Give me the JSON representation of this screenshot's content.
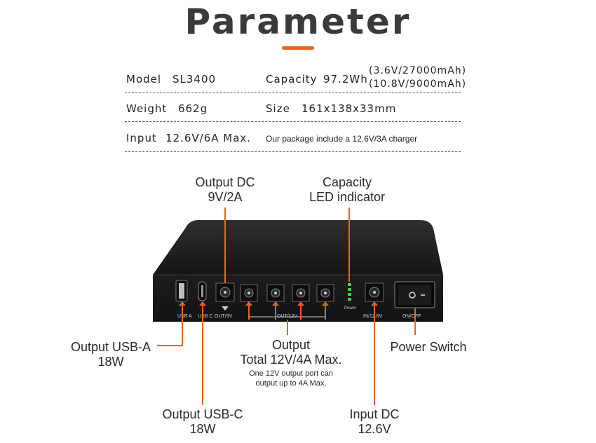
{
  "title": "Parameter",
  "specs": {
    "model_label": "Model",
    "model_value": "SL3400",
    "capacity_label": "Capacity",
    "capacity_value": "97.2Wh",
    "capacity_detail_1": "(3.6V/27000mAh)",
    "capacity_detail_2": "(10.8V/9000mAh)",
    "weight_label": "Weight",
    "weight_value": "662g",
    "size_label": "Size",
    "size_value": "161x138x33mm",
    "input_label": "Input",
    "input_value": "12.6V/6A Max.",
    "package_note": "Our package include a 12.6V/3A charger"
  },
  "callouts": {
    "output_dc_1": "Output DC",
    "output_dc_2": "9V/2A",
    "capacity_led_1": "Capacity",
    "capacity_led_2": "LED indicator",
    "usb_a_1": "Output USB-A",
    "usb_a_2": "18W",
    "output_total_1": "Output",
    "output_total_2": "Total 12V/4A Max.",
    "output_note_1": "One 12V output port can",
    "output_note_2": "output up to 4A Max.",
    "power_switch": "Power Switch",
    "usb_c_1": "Output USB-C",
    "usb_c_2": "18W",
    "input_dc_1": "Input DC",
    "input_dc_2": "12.6V"
  },
  "device_labels": {
    "usb_a": "USB A",
    "usb_c": "USB C",
    "out_9v": "OUT/9V",
    "out_12v": "OUT/12V",
    "power": "Power",
    "in_12v": "IN/12.6V",
    "on_off": "ON/OFF"
  },
  "colors": {
    "accent": "#e8661e",
    "device_body": "#1b1b1b",
    "led_green": "#3ddc4a"
  }
}
